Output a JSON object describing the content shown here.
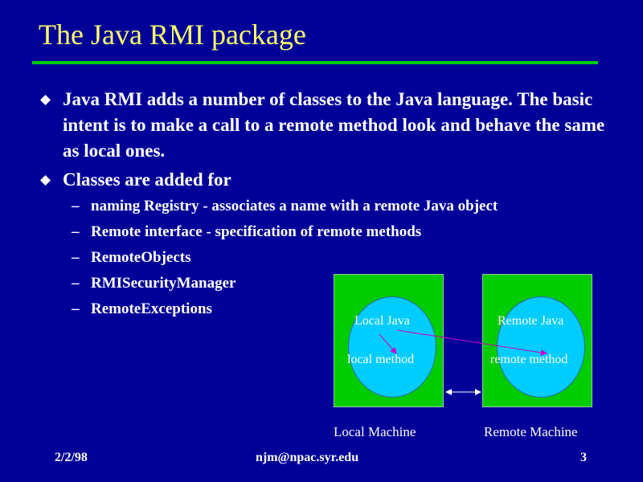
{
  "slide": {
    "title": "The Java RMI package",
    "bullets": [
      "Java RMI adds a number of classes to the Java language. The basic intent is to make a call to a remote method look and behave the same as local ones.",
      "Classes are added for"
    ],
    "sub_dash": "–",
    "sub_items": [
      "naming Registry - associates a name with a remote Java object",
      "Remote interface - specification of remote methods",
      "RemoteObjects",
      "RMISecurityManager",
      "RemoteExceptions"
    ],
    "diagram": {
      "local": {
        "top_label": "Local Java",
        "bottom_label": "local method",
        "caption": "Local Machine"
      },
      "remote": {
        "top_label": "Remote Java",
        "bottom_label": "remote method",
        "caption": "Remote Machine"
      }
    },
    "footer": {
      "date": "2/2/98",
      "email": "njm@npac.syr.edu",
      "page": "3"
    }
  },
  "colors": {
    "background": "#000099",
    "title": "#ffff66",
    "rule": "#00cc00",
    "machine_box": "#00cc00",
    "jvm": "#00ccff",
    "arrow": "#cc00cc"
  }
}
